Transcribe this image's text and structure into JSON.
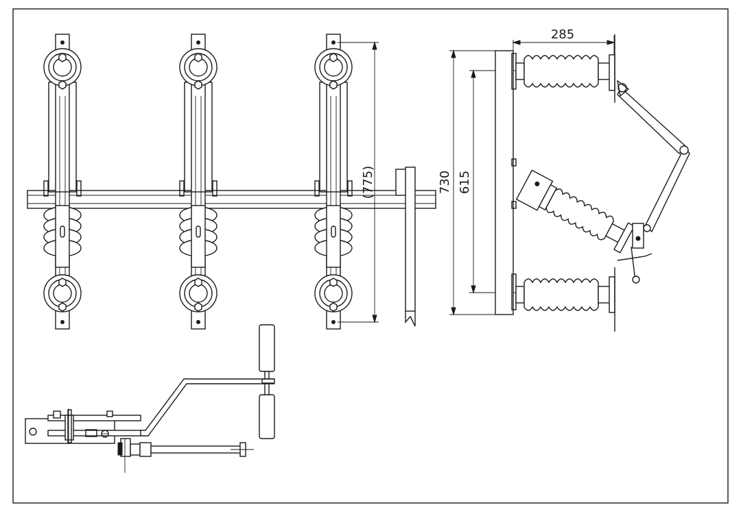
{
  "dimensions": {
    "top_width": "285",
    "overall_height": "730",
    "inner_height": "615",
    "pole_height": "(775)"
  }
}
